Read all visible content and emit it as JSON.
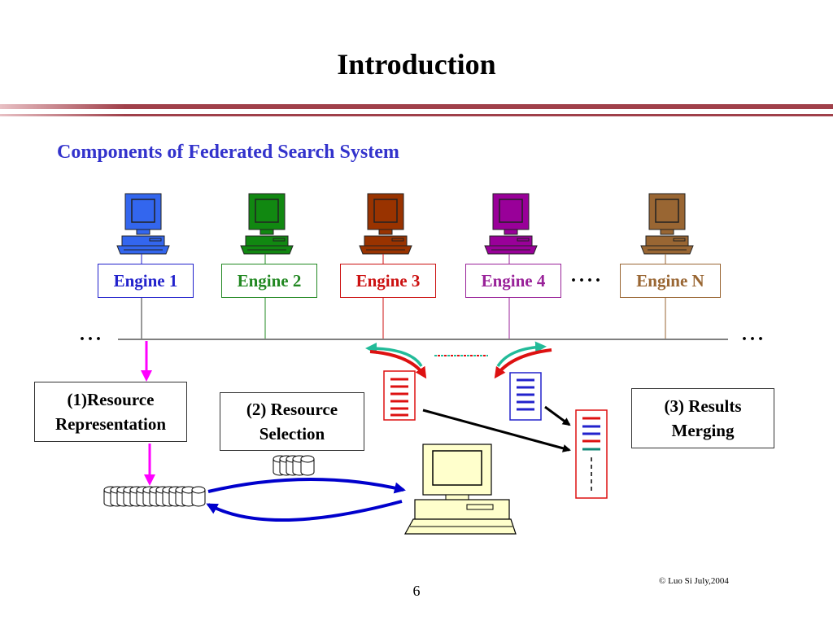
{
  "slide": {
    "title": "Introduction",
    "subtitle": "Components of Federated Search System",
    "copyright": "© Luo Si July,2004",
    "page_number": "6"
  },
  "engines": [
    {
      "label": "Engine 1",
      "color": "#2222cc"
    },
    {
      "label": "Engine 2",
      "color": "#228822"
    },
    {
      "label": "Engine 3",
      "color": "#cc1111"
    },
    {
      "label": "Engine 4",
      "color": "#992299"
    },
    {
      "label": "Engine N",
      "color": "#996633"
    }
  ],
  "computer_colors": [
    "#3366ee",
    "#118811",
    "#993300",
    "#990099",
    "#996633"
  ],
  "ellipsis": {
    "between_engines": "....",
    "left": "...",
    "right": "..."
  },
  "components": {
    "resource_representation": [
      "(1)Resource",
      "Representation"
    ],
    "resource_selection": [
      "(2) Resource",
      "Selection"
    ],
    "results_merging": [
      "(3) Results",
      "Merging"
    ]
  },
  "colors": {
    "rule": "#a0404a",
    "accent_blue": "#0000cc",
    "magenta": "#ff00ff",
    "red": "#dd1111",
    "teal": "#22bb99"
  }
}
